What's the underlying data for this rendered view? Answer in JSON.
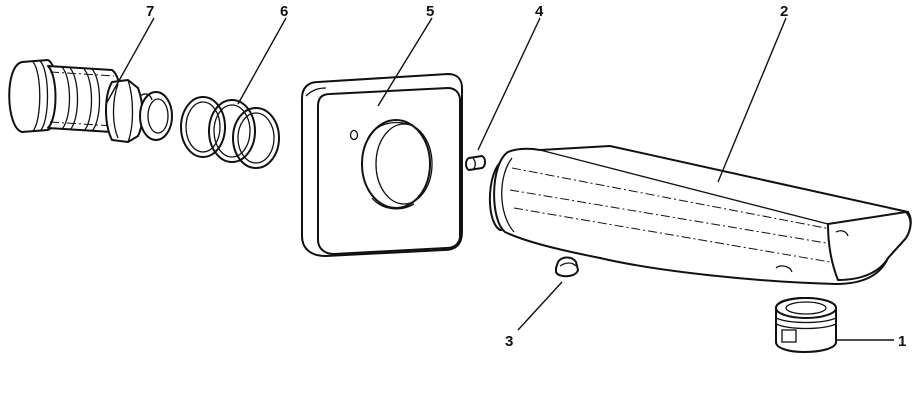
{
  "callouts": {
    "aerator": "1",
    "spout": "2",
    "set_screw": "3",
    "pin": "4",
    "cover_plate": "5",
    "o_rings": "6",
    "connector": "7"
  }
}
